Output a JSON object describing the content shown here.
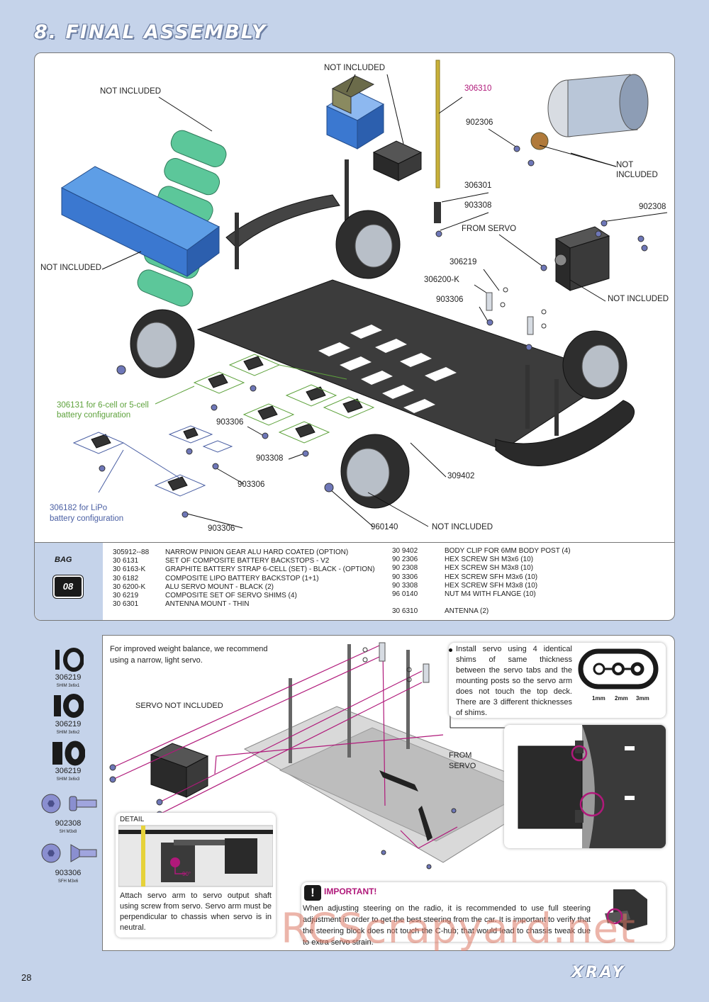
{
  "page": {
    "title": "8. FINAL ASSEMBLY",
    "page_number": "28",
    "brand": "XRAY",
    "watermark": "RCScrapyard.net"
  },
  "diagram": {
    "labels": {
      "not_included_battery_cells": "NOT INCLUDED",
      "not_included_esc": "NOT INCLUDED",
      "not_included_battery_pack": "NOT INCLUDED",
      "antenna_part": "306310",
      "screw_902306": "902306",
      "not_included_motor_line1": "NOT",
      "not_included_motor_line2": "INCLUDED",
      "antenna_mount": "306301",
      "screw_903308_top": "903308",
      "screw_902308": "902308",
      "from_servo": "FROM SERVO",
      "shims_306219": "306219",
      "servo_mount": "306200-K",
      "screw_903306_top": "903306",
      "not_included_servo": "NOT INCLUDED",
      "backstop_6cell_line1": "306131 for 6-cell or 5-cell",
      "backstop_6cell_line2": "battery configuration",
      "screw_903306_mid": "903306",
      "screw_903308_mid": "903308",
      "screw_903306_low": "903306",
      "body_clip": "309402",
      "lipo_line1": "306182 for LiPo",
      "lipo_line2": "battery configuration",
      "screw_903306_bottom": "903306",
      "nut_960140": "960140",
      "not_included_wheels": "NOT INCLUDED"
    }
  },
  "parts": {
    "bag_label": "BAG",
    "bag_number": "08",
    "left": [
      {
        "code": "305912--88",
        "desc": "NARROW PINION GEAR ALU HARD COATED (OPTION)"
      },
      {
        "code": "30 6131",
        "desc": "SET OF COMPOSITE BATTERY BACKSTOPS - V2"
      },
      {
        "code": "30 6163-K",
        "desc": "GRAPHITE BATTERY STRAP 6-CELL (SET) - BLACK - (OPTION)"
      },
      {
        "code": "30 6182",
        "desc": "COMPOSITE LIPO BATTERY BACKSTOP (1+1)"
      },
      {
        "code": "30 6200-K",
        "desc": "ALU SERVO MOUNT - BLACK (2)"
      },
      {
        "code": "30 6219",
        "desc": "COMPOSITE SET OF SERVO SHIMS (4)"
      },
      {
        "code": "30 6301",
        "desc": "ANTENNA MOUNT - THIN"
      }
    ],
    "right": [
      {
        "code": "30 9402",
        "desc": "BODY CLIP FOR 6MM BODY POST (4)"
      },
      {
        "code": "90 2306",
        "desc": "HEX SCREW SH M3x6  (10)"
      },
      {
        "code": "90 2308",
        "desc": "HEX SCREW SH M3x8  (10)"
      },
      {
        "code": "90 3306",
        "desc": "HEX SCREW SFH M3x6  (10)"
      },
      {
        "code": "90 3308",
        "desc": "HEX SCREW SFH M3x8  (10)"
      },
      {
        "code": "96 0140",
        "desc": "NUT M4 WITH FLANGE  (10)"
      }
    ],
    "option": {
      "code": "30 6310",
      "desc": "ANTENNA (2)"
    }
  },
  "side_parts": [
    {
      "code": "306219",
      "name": "SHIM 3x6x1"
    },
    {
      "code": "306219",
      "name": "SHIM 3x6x2"
    },
    {
      "code": "306219",
      "name": "SHIM 3x6x3"
    },
    {
      "code": "902308",
      "name": "SH M3x8"
    },
    {
      "code": "903306",
      "name": "SFH M3x6"
    }
  ],
  "servo_step": {
    "weight_note_line1": "For improved weight balance, we recommend",
    "weight_note_line2": "using a narrow, light servo.",
    "servo_not_included": "SERVO NOT INCLUDED",
    "from_servo_line1": "FROM",
    "from_servo_line2": "SERVO",
    "shim_note": "Install servo using 4 identical shims of same thickness between the servo tabs and the mounting posts so the servo arm does not touch the top deck. There are 3 different thicknesses of shims.",
    "shim_sizes": [
      "1mm",
      "2mm",
      "3mm"
    ],
    "detail_label": "DETAIL",
    "detail_angle": "90°",
    "detail_note": "Attach servo arm to servo output shaft using screw from servo. Servo arm must be perpendicular to chassis when servo is in neutral.",
    "important_title": "IMPORTANT!",
    "important_text": "When adjusting steering on the radio, it is recommended to use full steering adjustment in order to get the best steering from the car. It is important to verify that the steering block does not touch the C-hub; that would lead to chassis tweak due to extra servo strain."
  },
  "colors": {
    "background": "#c5d3ea",
    "accent_pink": "#b0197a",
    "accent_green": "#5ea23c",
    "accent_blue": "#4a5fa3",
    "part_blue": "#3b78d0",
    "battery_green": "#5cc79a"
  }
}
